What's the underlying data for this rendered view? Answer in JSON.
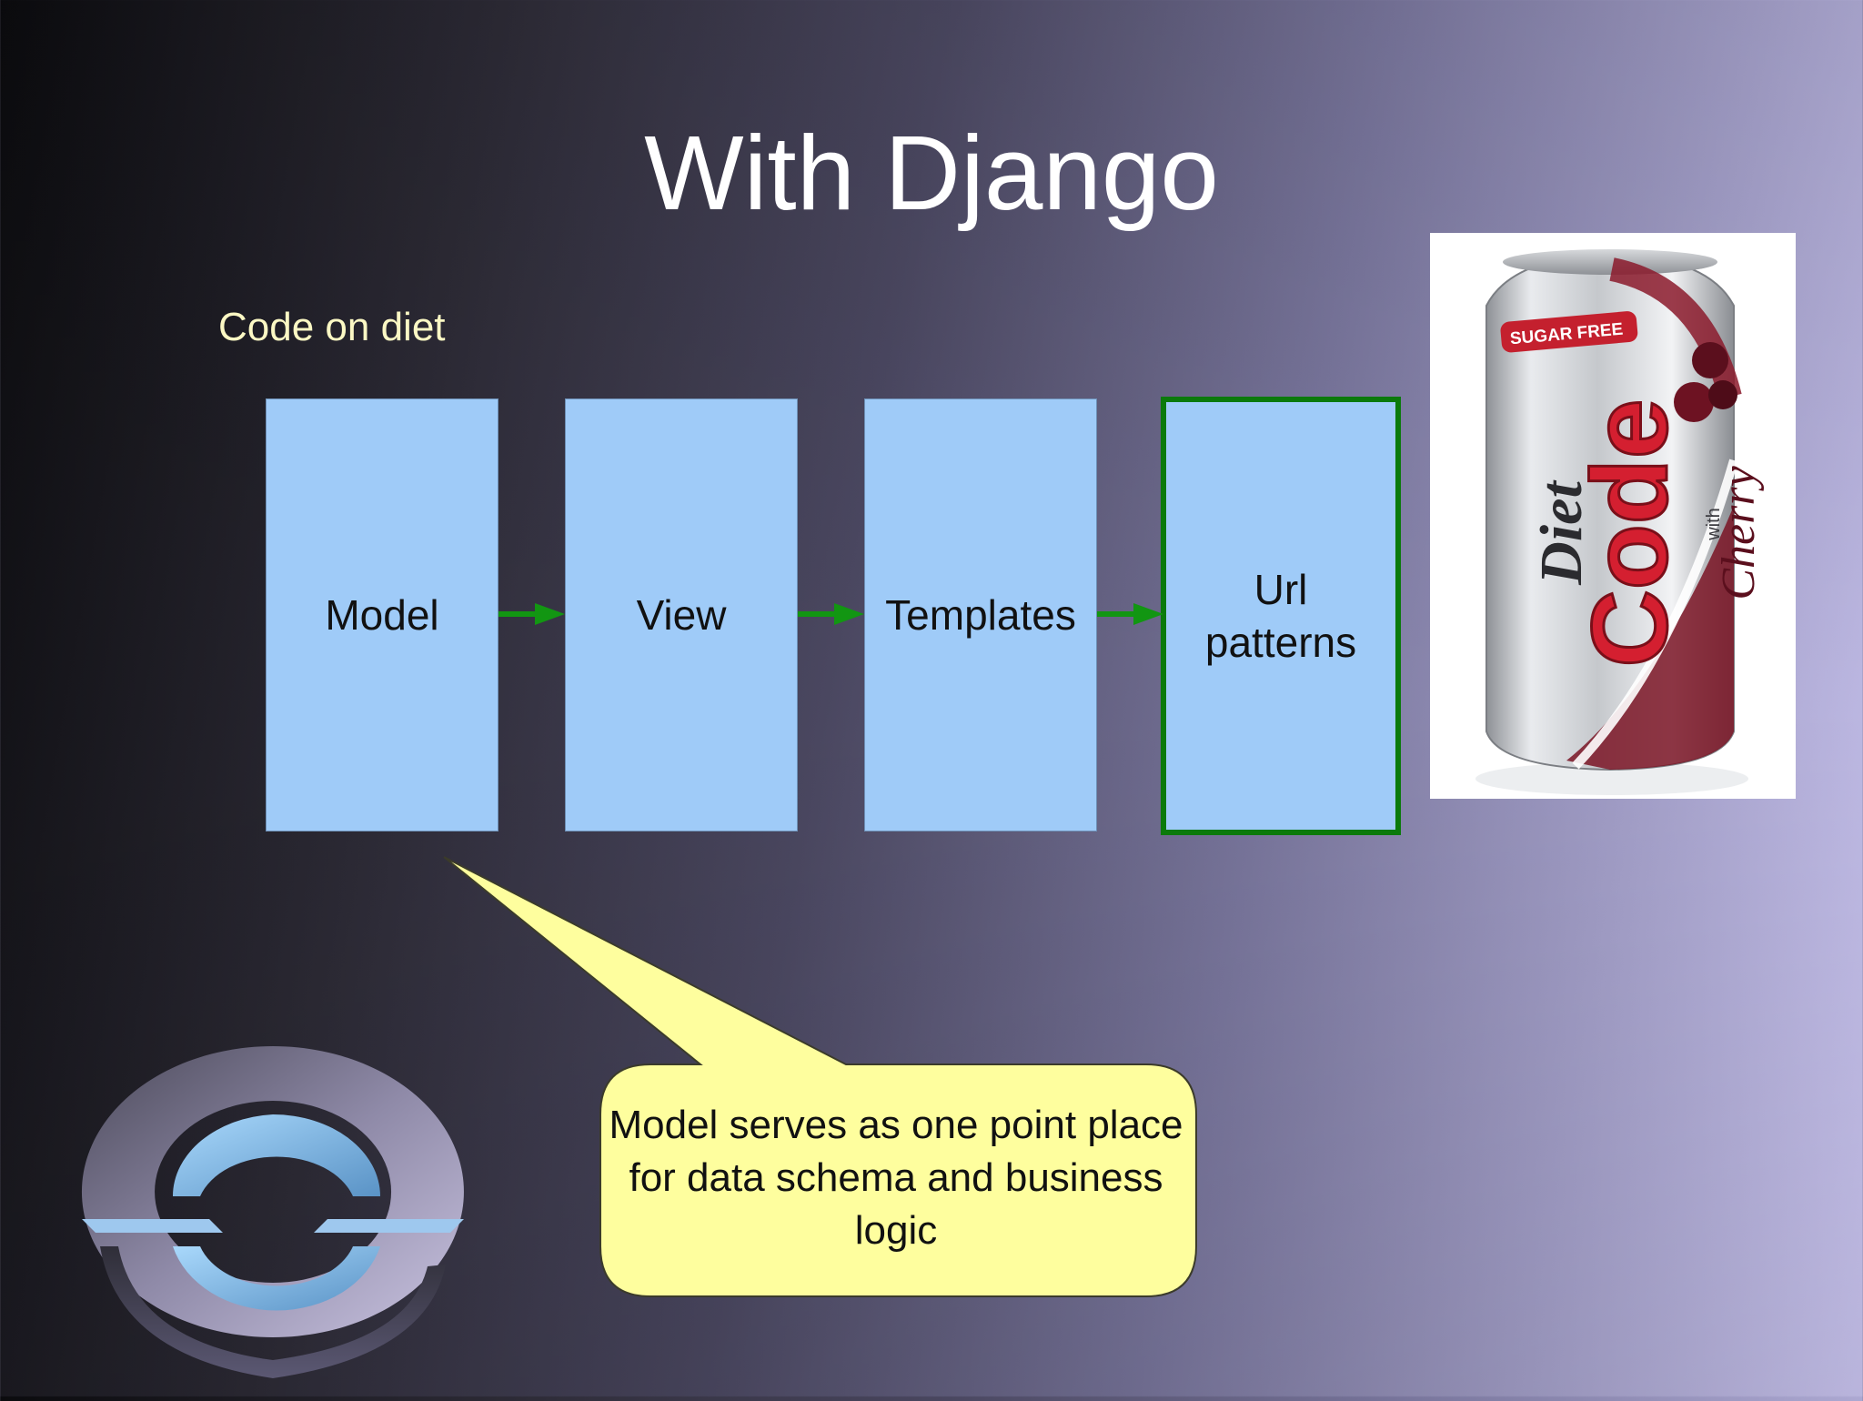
{
  "slide": {
    "title": "With Django",
    "subtitle": "Code on diet"
  },
  "diagram": {
    "nodes": [
      {
        "id": "model",
        "label": "Model",
        "highlighted": false
      },
      {
        "id": "view",
        "label": "View",
        "highlighted": false
      },
      {
        "id": "templates",
        "label": "Templates",
        "highlighted": false
      },
      {
        "id": "url_patterns",
        "label": "Url\npatterns",
        "highlighted": true
      }
    ],
    "edges": [
      {
        "from": "model",
        "to": "view"
      },
      {
        "from": "view",
        "to": "templates"
      },
      {
        "from": "templates",
        "to": "url_patterns"
      }
    ],
    "callout": {
      "target": "model",
      "text": "Model serves as one point place for data schema and business logic"
    }
  },
  "can_image": {
    "badge": "SUGAR FREE",
    "line1": "Diet",
    "line2": "Code",
    "line3": "with",
    "line4": "Cherry"
  },
  "colors": {
    "box_fill": "#9fcbf8",
    "highlight_border": "#0b7a0b",
    "arrow": "#129612",
    "callout_fill": "#fefe9e",
    "subtitle": "#fbf8c4"
  }
}
